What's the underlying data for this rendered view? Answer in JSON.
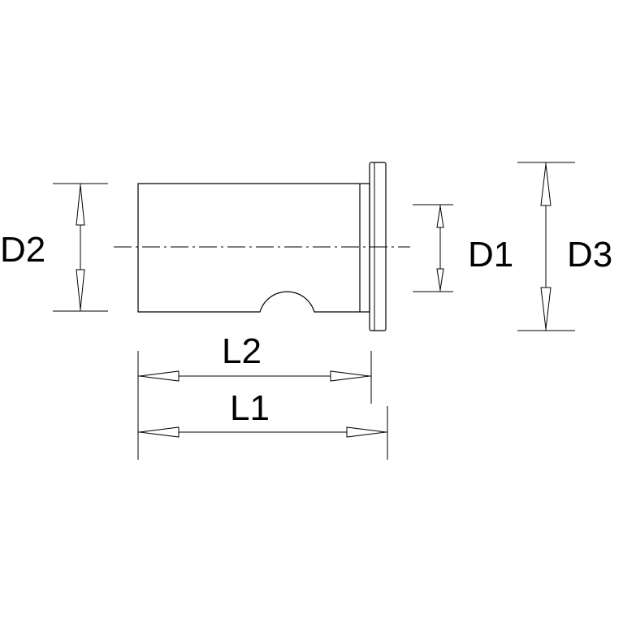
{
  "labels": {
    "d1": "D1",
    "d2": "D2",
    "d3": "D3",
    "l1": "L1",
    "l2": "L2"
  },
  "colors": {
    "line": "#000000",
    "background": "#ffffff"
  }
}
